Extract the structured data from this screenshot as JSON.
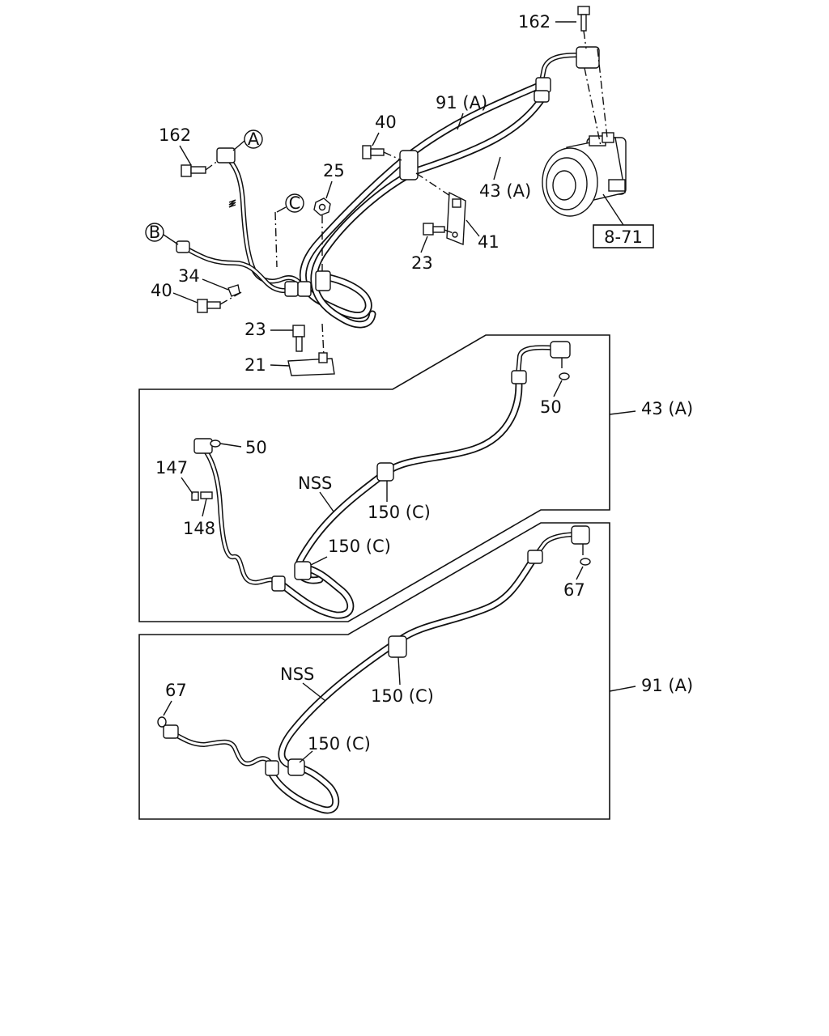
{
  "labels": {
    "top_bolt": "162",
    "left_bolt": "162",
    "hose_91": "91 (A)",
    "hose_43": "43 (A)",
    "bolt_40_top": "40",
    "bolt_40_left": "40",
    "nut_25": "25",
    "bracket_41": "41",
    "bolt_23_right": "23",
    "bolt_23_lower": "23",
    "clip_34": "34",
    "plate_21": "21",
    "ref_box": "8-71"
  },
  "markers": {
    "a": "A",
    "b": "B",
    "c": "C"
  },
  "panel_43": {
    "callout": "43 (A)",
    "oring_right": "50",
    "oring_left": "50",
    "part_147": "147",
    "part_148": "148",
    "nss": "NSS",
    "clamp_upper": "150 (C)",
    "clamp_lower": "150 (C)"
  },
  "panel_91": {
    "callout": "91 (A)",
    "oring_right": "67",
    "oring_left": "67",
    "nss": "NSS",
    "clamp_upper": "150 (C)",
    "clamp_lower": "150 (C)"
  }
}
